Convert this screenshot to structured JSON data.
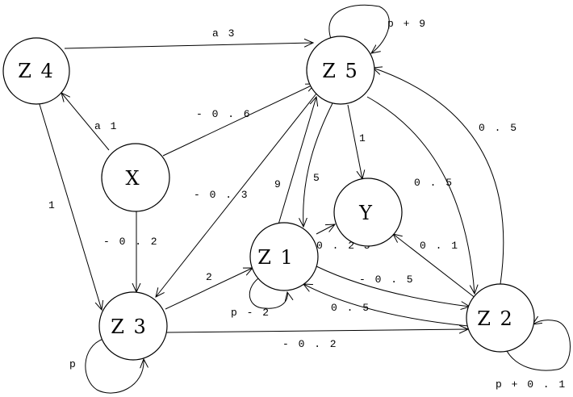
{
  "nodes": [
    {
      "id": "z4",
      "label": "Z 4"
    },
    {
      "id": "z5",
      "label": "Z 5"
    },
    {
      "id": "x",
      "label": "X"
    },
    {
      "id": "y",
      "label": "Y"
    },
    {
      "id": "z1",
      "label": "Z 1"
    },
    {
      "id": "z3",
      "label": "Z 3"
    },
    {
      "id": "z2",
      "label": "Z 2"
    }
  ],
  "edges": [
    {
      "from": "z4",
      "to": "z5",
      "label": "a 3"
    },
    {
      "from": "z5",
      "to": "z5",
      "label": "p + 9"
    },
    {
      "from": "x",
      "to": "z4",
      "label": "a 1"
    },
    {
      "from": "x",
      "to": "z5",
      "label": "- 0 . 6"
    },
    {
      "from": "z4",
      "to": "z3",
      "label": "1"
    },
    {
      "from": "x",
      "to": "z3",
      "label": "- 0 . 2"
    },
    {
      "from": "z5",
      "to": "z3",
      "label": "- 0 . 3"
    },
    {
      "from": "z1",
      "to": "z5",
      "label": "9"
    },
    {
      "from": "z5",
      "to": "z1",
      "label": "5"
    },
    {
      "from": "z5",
      "to": "y",
      "label": "1"
    },
    {
      "from": "z5",
      "to": "z2",
      "label": "0 . 5"
    },
    {
      "from": "z2",
      "to": "z5",
      "label": "0 . 5"
    },
    {
      "from": "z1",
      "to": "y",
      "label": "0 . 2 5"
    },
    {
      "from": "z2",
      "to": "y",
      "label": "0 . 1"
    },
    {
      "from": "z3",
      "to": "z1",
      "label": "2"
    },
    {
      "from": "z1",
      "to": "z1",
      "label": "p - 2"
    },
    {
      "from": "z1",
      "to": "z2",
      "label": "- 0 . 5"
    },
    {
      "from": "z2",
      "to": "z1",
      "label": "0 . 5"
    },
    {
      "from": "z3",
      "to": "z2",
      "label": "- 0 . 2"
    },
    {
      "from": "z3",
      "to": "z3",
      "label": "p"
    },
    {
      "from": "z2",
      "to": "z2",
      "label": "p + 0 . 1"
    }
  ]
}
